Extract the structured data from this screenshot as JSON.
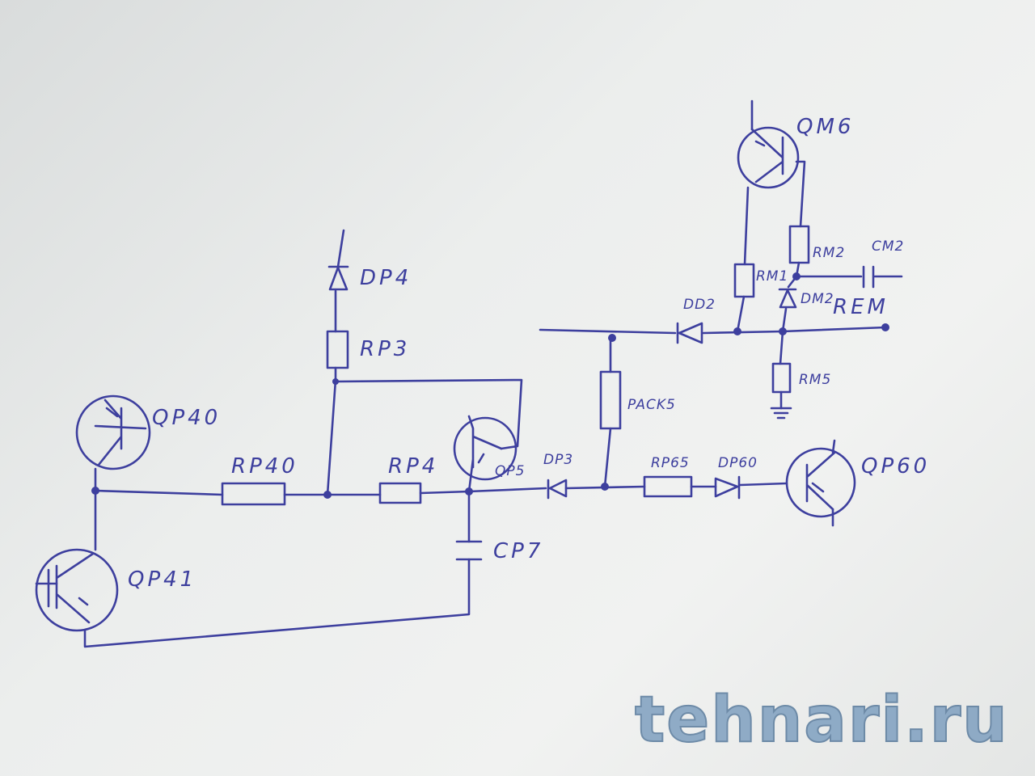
{
  "title": "Hand-drawn amplifier protection schematic",
  "components": {
    "qp40": "QP40",
    "qp41": "QP41",
    "rp40": "RP40",
    "rp3": "RP3",
    "dp4": "DP4",
    "rp4": "RP4",
    "qp5": "QP5",
    "cp7": "CP7",
    "dp3": "DP3",
    "pack5": "PACK5",
    "rp65": "RP65",
    "dp60": "DP60",
    "qp60": "QP60",
    "dd2": "DD2",
    "rm1": "RM1",
    "qm6": "QM6",
    "rm2": "RM2",
    "cm2": "CM2",
    "dm2": "DM2",
    "rem": "REM",
    "rm5": "RM5"
  },
  "watermark": "tehnari.ru",
  "ink_color": "#3d3f9e"
}
